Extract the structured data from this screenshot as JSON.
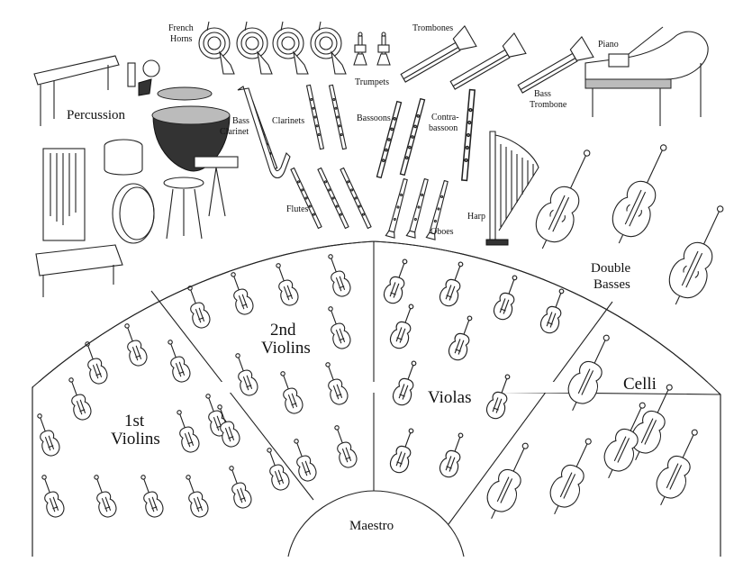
{
  "labels": {
    "french_horns_1": "French",
    "french_horns_2": "Horns",
    "trumpets": "Trumpets",
    "trombones": "Trombones",
    "bass_trombone_1": "Bass",
    "bass_trombone_2": "Trombone",
    "piano": "Piano",
    "percussion": "Percussion",
    "bass_clarinet_1": "Bass",
    "bass_clarinet_2": "Clarinet",
    "clarinets": "Clarinets",
    "bassoons": "Bassoons",
    "contrabassoon_1": "Contra-",
    "contrabassoon_2": "bassoon",
    "harp": "Harp",
    "flutes": "Flutes",
    "oboes": "Oboes",
    "double_basses_1": "Double",
    "double_basses_2": "Basses",
    "first_violins_1": "1st",
    "first_violins_2": "Violins",
    "second_violins_1": "2nd",
    "second_violins_2": "Violins",
    "violas": "Violas",
    "celli": "Celli",
    "maestro": "Maestro"
  },
  "icons": {
    "french_horn": "french-horn-icon",
    "trumpet": "trumpet-icon",
    "trombone": "trombone-icon",
    "piano": "piano-icon",
    "drum": "drum-icon",
    "timpani": "timpani-icon",
    "marimba": "marimba-icon",
    "chimes": "chimes-icon",
    "clarinet": "clarinet-icon",
    "flute": "flute-icon",
    "bassoon": "bassoon-icon",
    "oboe": "oboe-icon",
    "harp": "harp-icon",
    "violin": "violin-icon",
    "cello": "cello-icon",
    "double_bass": "double-bass-icon"
  }
}
